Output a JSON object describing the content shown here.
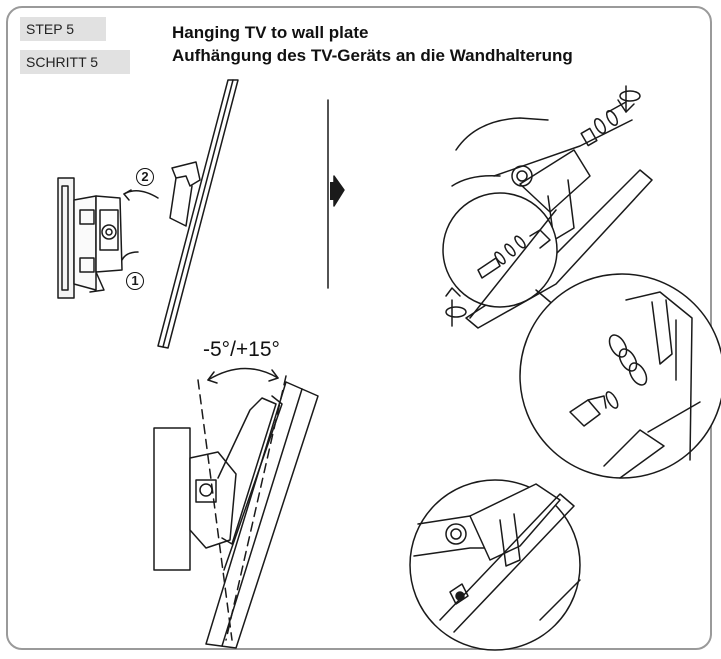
{
  "step": {
    "label_en": "STEP  5",
    "label_de": "SCHRITT 5"
  },
  "title": {
    "en": "Hanging TV to wall plate",
    "de": "Aufhängung des TV-Geräts an die Wandhalterung"
  },
  "tilt": {
    "label": "-5°/+15°"
  },
  "callouts": {
    "step_one": "1",
    "step_two": "2"
  },
  "colors": {
    "frame": "#9a9a9a",
    "tag_bg": "#e1e1e1",
    "line": "#1a1a1a"
  },
  "icons": {
    "next_arrow": "arrow-right-icon",
    "rotate": "rotate-screw-icon"
  }
}
